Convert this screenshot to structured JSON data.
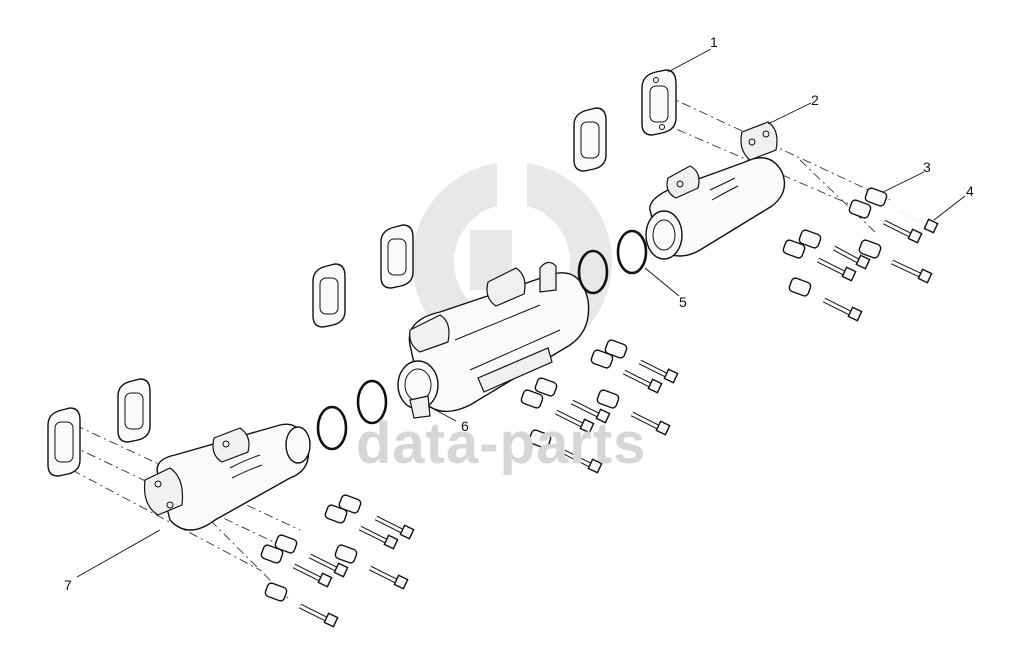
{
  "watermark": {
    "text": "data-parts"
  },
  "callouts": [
    "1",
    "2",
    "3",
    "4",
    "5",
    "6",
    "7"
  ]
}
